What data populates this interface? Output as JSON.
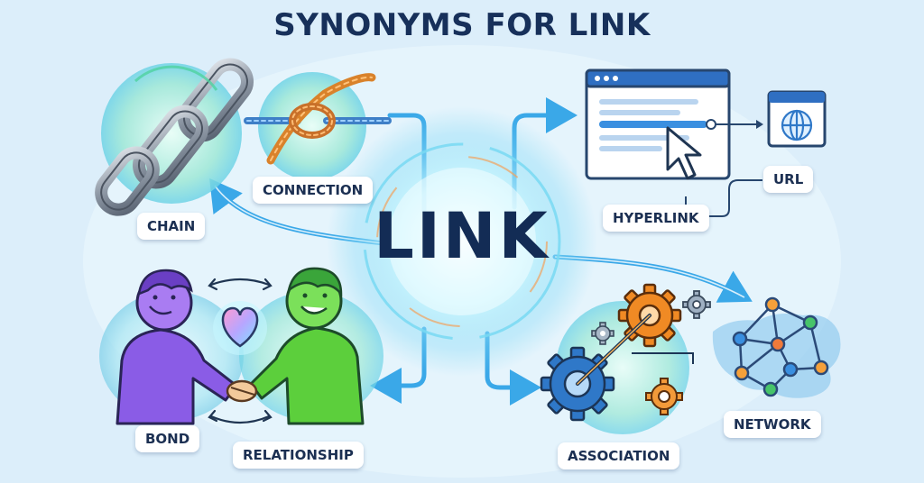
{
  "title": "SYNONYMS FOR LINK",
  "center": {
    "word": "LINK"
  },
  "synonyms": {
    "chain": "CHAIN",
    "connection": "CONNECTION",
    "hyperlink": "HYPERLINK",
    "url": "URL",
    "bond": "BOND",
    "relationship": "RELATIONSHIP",
    "association": "ASSOCIATION",
    "network": "NETWORK"
  },
  "colors": {
    "background": "#dceefa",
    "title": "#17305a",
    "arrow": "#3aa8e8",
    "glow": "#bdf5ff",
    "person_left": "#8a5ce6",
    "person_right": "#5ccf3c",
    "gear_orange": "#f08a24",
    "gear_blue": "#2f78c8"
  },
  "icons": [
    "chain-icon",
    "rope-knot-icon",
    "browser-window-icon",
    "cursor-icon",
    "globe-icon",
    "heart-icon",
    "handshake-icon",
    "gear-icon",
    "network-map-icon"
  ]
}
